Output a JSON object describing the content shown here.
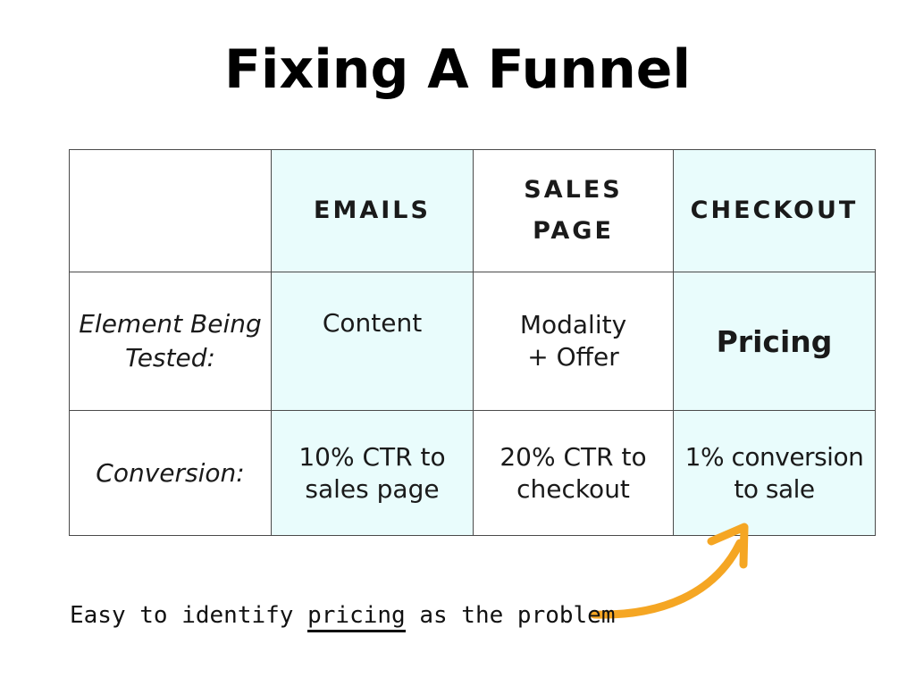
{
  "title": "Fixing A Funnel",
  "table": {
    "columns": [
      "",
      "EMAILS",
      "SALES PAGE",
      "CHECKOUT"
    ],
    "rows": [
      {
        "label": "Element Being Tested:",
        "cells": [
          "Content",
          "Modality + Offer",
          "Pricing"
        ]
      },
      {
        "label": "Conversion:",
        "cells": [
          "10% CTR to sales page",
          "20% CTR to checkout",
          "1% conversion to sale"
        ]
      }
    ]
  },
  "note": {
    "prefix": "Easy to identify ",
    "highlight": "pricing",
    "suffix": " as the problem"
  },
  "colors": {
    "highlight_red": "#dd3a48",
    "cell_tint": "#e9fcfc",
    "arrow_orange": "#f5a623"
  }
}
